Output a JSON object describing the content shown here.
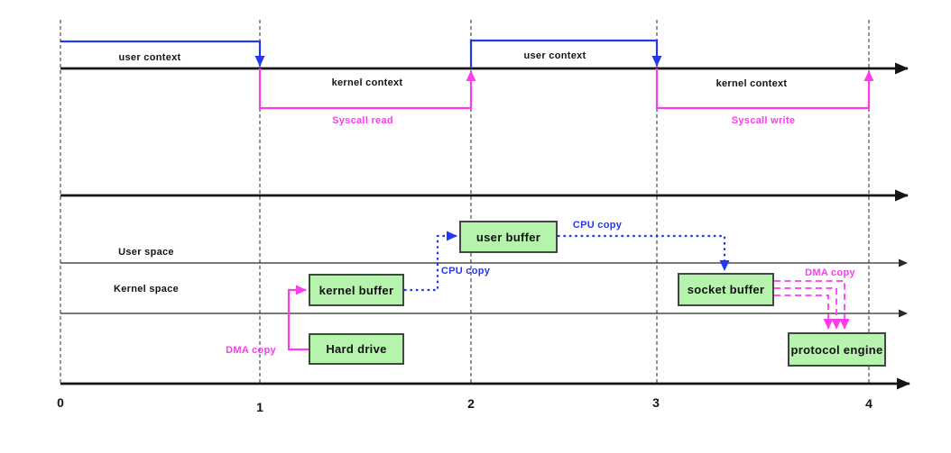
{
  "colors": {
    "blue": "#2438f0",
    "magenta": "#ff3bf0",
    "green_box_fill": "#b6f4ae",
    "box_border": "#3d4a3d",
    "line_black": "#141414",
    "grid_gray": "#5a5a5a"
  },
  "context_timeline": {
    "segments": [
      {
        "label": "user context",
        "type": "user"
      },
      {
        "label": "kernel context",
        "type": "kernel",
        "syscall": "Syscall read"
      },
      {
        "label": "user context",
        "type": "user"
      },
      {
        "label": "kernel context",
        "type": "kernel",
        "syscall": "Syscall write"
      }
    ]
  },
  "spaces": {
    "user_label": "User space",
    "kernel_label": "Kernel space"
  },
  "boxes": {
    "kernel_buffer": "kernel buffer",
    "user_buffer": "user buffer",
    "hard_drive": "Hard drive",
    "socket_buffer": "socket buffer",
    "protocol_engine": "protocol engine"
  },
  "copy_labels": {
    "cpu_copy_1": "CPU copy",
    "cpu_copy_2": "CPU copy",
    "dma_copy_1": "DMA copy",
    "dma_copy_2": "DMA copy"
  },
  "axis": {
    "ticks": [
      "0",
      "1",
      "2",
      "3",
      "4"
    ]
  }
}
